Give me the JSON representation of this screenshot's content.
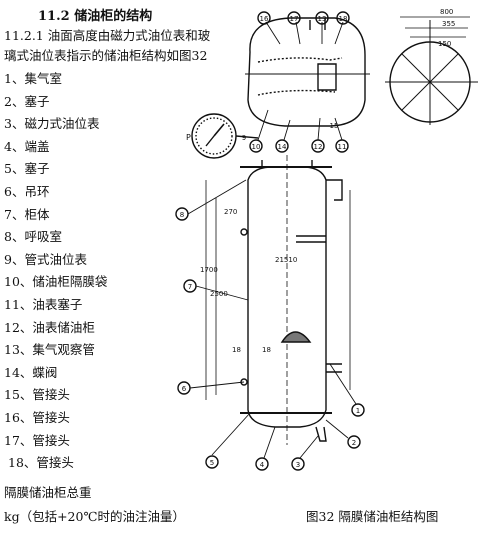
{
  "section": {
    "title": "11.2  储油柜的结构",
    "intro_line1": "11.2.1  油面高度由磁力式油位表和玻",
    "intro_line2": "璃式油位表指示的储油柜结构如图32"
  },
  "parts": [
    "1、集气室",
    "2、塞子",
    "3、磁力式油位表",
    "4、端盖",
    "5、塞子",
    "6、吊环",
    "7、柜体",
    "8、呼吸室",
    "9、管式油位表",
    "10、储油柜隔膜袋",
    "11、油表塞子",
    "12、油表储油柜",
    "13、集气观察管",
    "14、蝶阀",
    "15、管接头",
    "16、管接头",
    "17、管接头",
    "18、管接头"
  ],
  "notes": {
    "weight_label": "隔膜储油柜总重",
    "weight_unit": "kg（包括+20℃时的油注油量）"
  },
  "figure": {
    "caption": "图32  隔膜储油柜结构图",
    "callouts": [
      "1",
      "2",
      "3",
      "4",
      "5",
      "6",
      "7",
      "8",
      "9",
      "10",
      "11",
      "12",
      "13",
      "14",
      "15",
      "16",
      "17",
      "18"
    ],
    "dims": {
      "overall_length": "21510",
      "dim_a": "270",
      "dim_b": "1700",
      "dim_c": "2500",
      "dim_d": "18",
      "dim_e": "18",
      "dim_f": "800",
      "dim_g": "355",
      "dim_h": "150"
    },
    "gauge_label": "P"
  }
}
